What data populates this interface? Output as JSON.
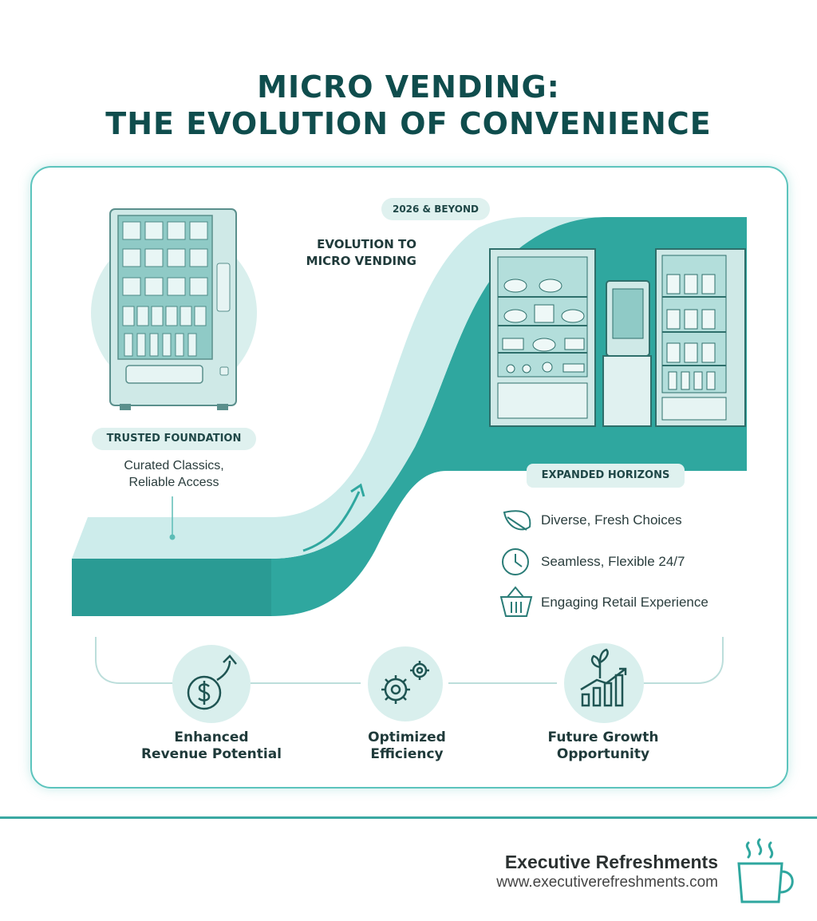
{
  "title": {
    "line1": "MICRO VENDING:",
    "line2": "THE EVOLUTION OF CONVENIENCE"
  },
  "left": {
    "badge": "TRUSTED FOUNDATION",
    "desc_line1": "Curated Classics,",
    "desc_line2": "Reliable Access"
  },
  "middle": {
    "badge": "2026 & BEYOND",
    "label_line1": "EVOLUTION TO",
    "label_line2": "MICRO VENDING"
  },
  "right": {
    "badge": "EXPANDED HORIZONS",
    "features": [
      {
        "icon": "leaf-icon",
        "label": "Diverse, Fresh Choices"
      },
      {
        "icon": "clock-icon",
        "label": "Seamless, Flexible 24/7"
      },
      {
        "icon": "basket-icon",
        "label": "Engaging Retail Experience"
      }
    ]
  },
  "benefits": [
    {
      "icon": "dollar-growth-icon",
      "line1": "Enhanced",
      "line2": "Revenue Potential"
    },
    {
      "icon": "gears-icon",
      "line1": "Optimized",
      "line2": "Efficiency"
    },
    {
      "icon": "growth-chart-icon",
      "line1": "Future Growth",
      "line2": "Opportunity"
    }
  ],
  "footer": {
    "brand": "Executive Refreshments",
    "url": "www.executiverefreshments.com",
    "icon": "coffee-cup-icon"
  },
  "colors": {
    "teal": "#2fa79f",
    "teal_dark": "#0f4d4d",
    "teal_light": "#dff1ef"
  }
}
